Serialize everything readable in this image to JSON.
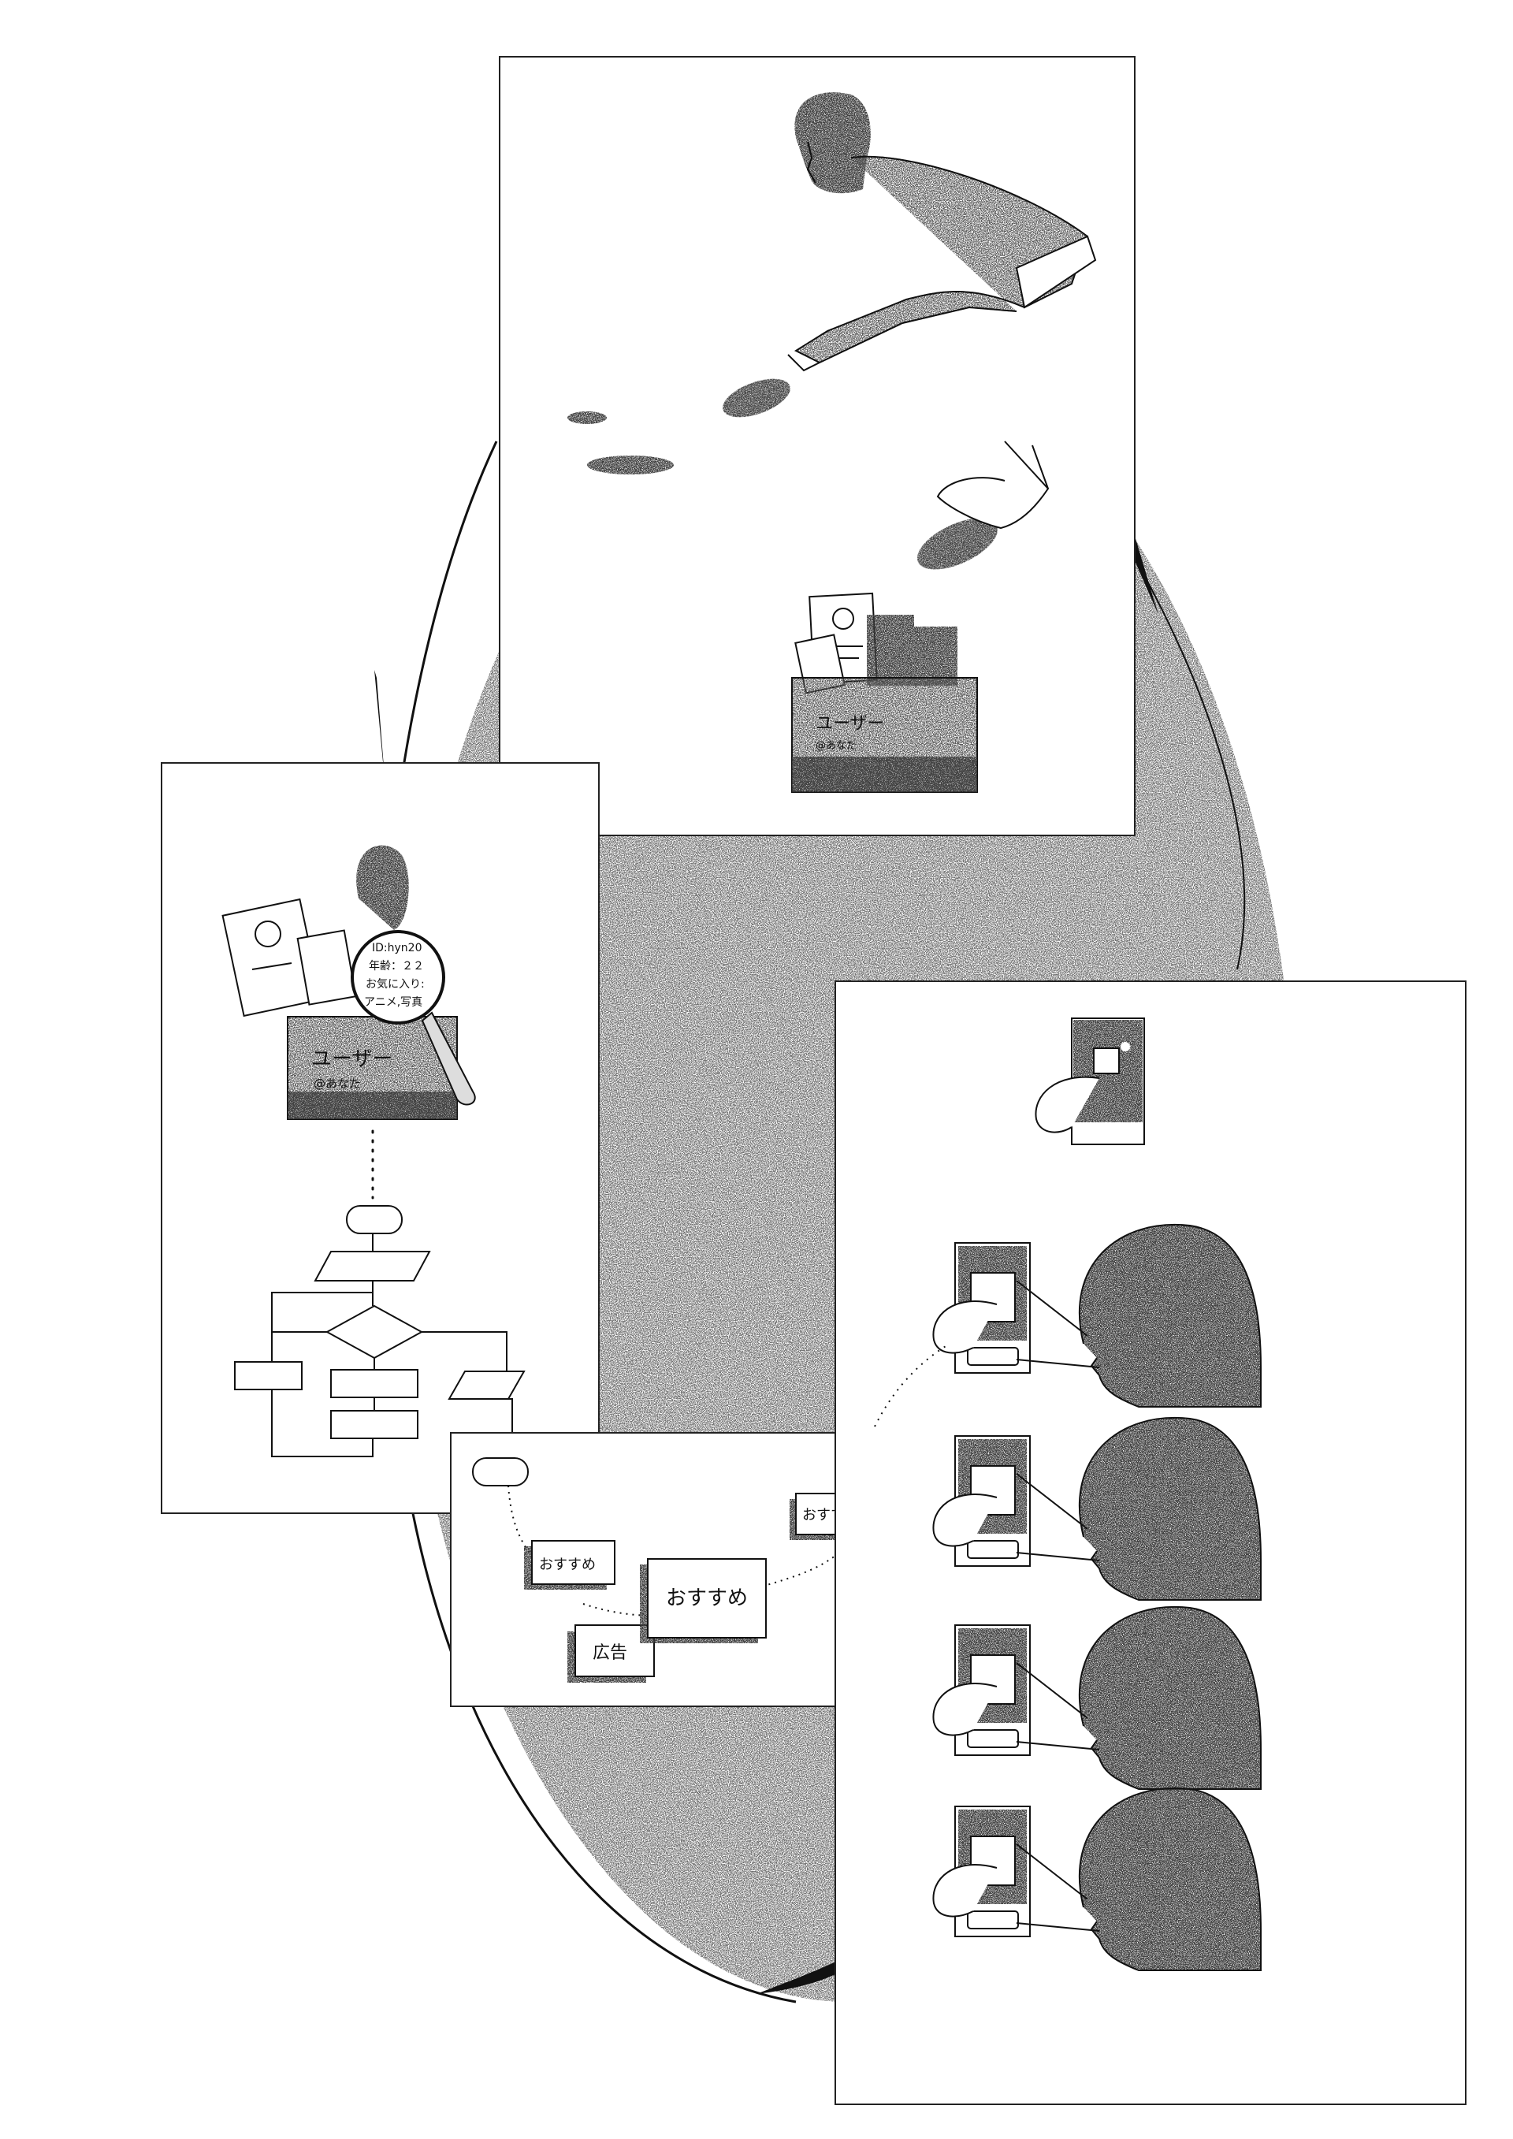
{
  "colors": {
    "ink": "#111111",
    "paper": "#ffffff",
    "noise": "#7a7a7a"
  },
  "panel_top": {
    "folder_title": "ユーザー",
    "folder_handle": "@あなた"
  },
  "panel_left": {
    "folder_title": "ユーザー",
    "folder_handle": "@あなた",
    "lens_lines": [
      "ID:hyn20",
      "年齢：２２",
      "お気に入り:",
      "アニメ,写真"
    ]
  },
  "panel_middle": {
    "tags": {
      "recommend_small_left": "おすすめ",
      "recommend_small_right": "おすすめ",
      "recommend_large": "おすすめ",
      "ad": "広告"
    }
  },
  "icons": {
    "person_silhouette": "person-icon",
    "profile_card": "profile-card-icon",
    "magnifier": "magnifying-glass-icon",
    "smartphone": "smartphone-icon",
    "flowchart": "flowchart-icon"
  }
}
